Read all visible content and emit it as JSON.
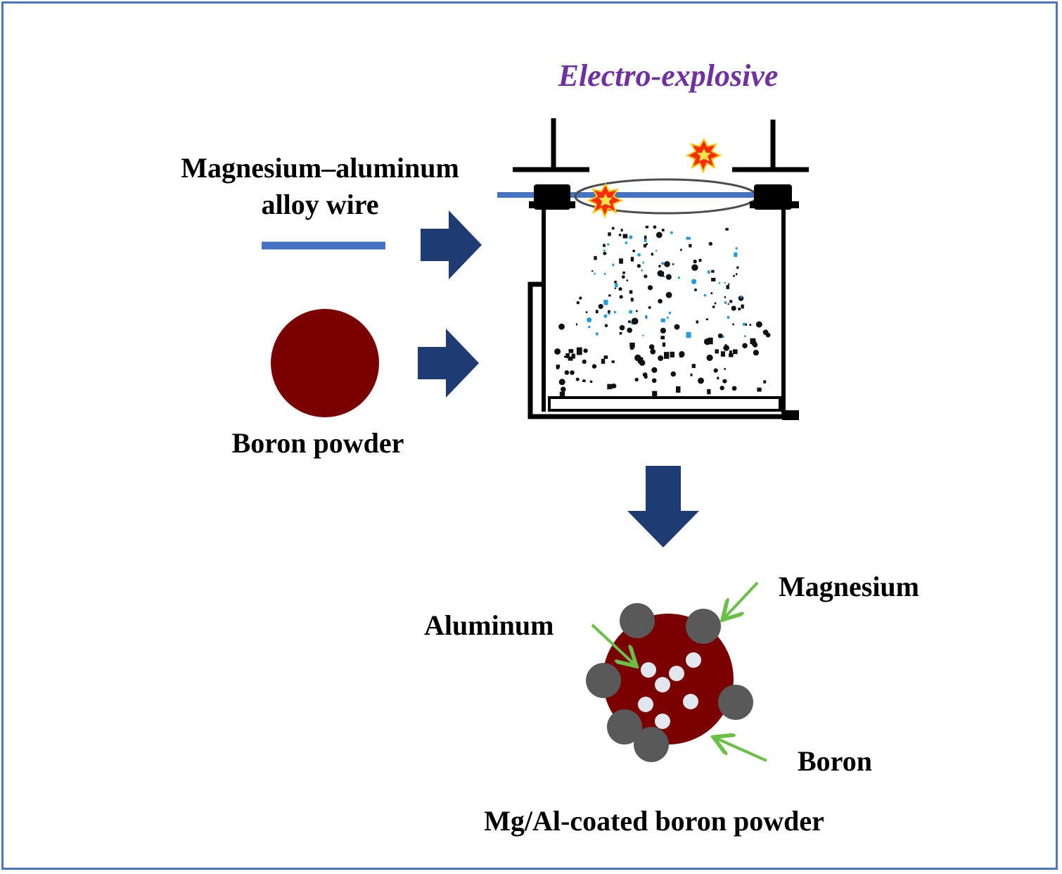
{
  "title": "Electro-explosive",
  "labels": {
    "wire_line1": "Magnesium–aluminum",
    "wire_line2": "alloy wire",
    "boron_powder": "Boron powder",
    "magnesium": "Magnesium",
    "aluminum": "Aluminum",
    "boron": "Boron",
    "product": "Mg/Al-coated boron powder"
  },
  "colors": {
    "frame": "#4a76c6",
    "title": "#7030a0",
    "wire": "#4472c4",
    "arrow": "#1f3b73",
    "boron": "#7b0000",
    "magnesium": "#595959",
    "aluminum": "#e2e6ee",
    "pointer": "#6abf45",
    "spark": "#ff2a00",
    "particle_blue": "#1f9de0"
  },
  "icons": {
    "process_arrow": "block-arrow-right",
    "down_arrow": "block-arrow-down",
    "spark": "explosion-star"
  }
}
